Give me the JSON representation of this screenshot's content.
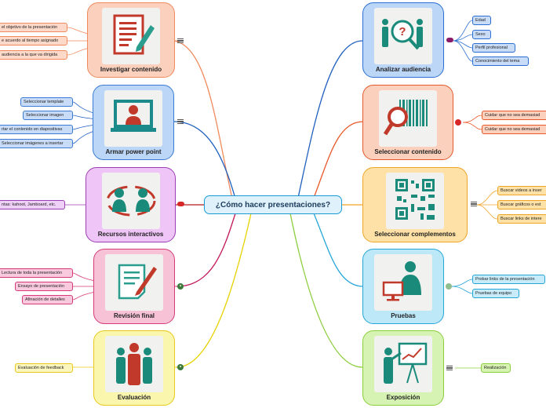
{
  "central_topic": "¿Cómo hacer presentaciones?",
  "topics": {
    "investigar": {
      "label": "Investigar contenido",
      "color": "#f08a5d",
      "icon": "document-pen-icon",
      "subtopics": [
        "el objetivo de la presentación",
        "e acuerdo al tiempo asignado",
        "audiencia a la que va dirigida"
      ]
    },
    "armar": {
      "label": "Armar power point",
      "color": "#3a7bd5",
      "icon": "presenter-laptop-icon",
      "subtopics": [
        "Seleccionar template",
        "Seleccionar imagen",
        "rtar el contenido en diapositivas",
        "Seleccionar imágenes a insertar"
      ]
    },
    "recursos": {
      "label": "Recursos interactivos",
      "color": "#9b3fb5",
      "icon": "people-exchange-icon",
      "subtopics": [
        "ntas: kahoot, Jamboard, etc."
      ]
    },
    "revision": {
      "label": "Revisión final",
      "color": "#d63a78",
      "icon": "checklist-pen-icon",
      "subtopics": [
        "Lectura de toda la presentación",
        "Ensayo de presentación",
        "Afinación de detalles"
      ]
    },
    "evaluacion": {
      "label": "Evaluación",
      "color": "#e6c91a",
      "icon": "team-people-icon",
      "subtopics": [
        "Evaluación de feedback"
      ]
    },
    "analizar": {
      "label": "Analizar audiencia",
      "color": "#2a6fd1",
      "icon": "people-question-magnifier-icon",
      "subtopics": [
        "Edad",
        "Sexo",
        "Perfil profesional",
        "Conocimiento del tema"
      ]
    },
    "seleccionar": {
      "label": "Seleccionar contenido",
      "color": "#e8582a",
      "icon": "barcode-magnifier-icon",
      "subtopics": [
        "Cuidar que no sea demasiad",
        "Cuidar que no sea demasiad"
      ]
    },
    "complementos": {
      "label": "Seleccionar complementos",
      "color": "#f0a526",
      "icon": "qr-code-icon",
      "subtopics": [
        "Buscar videos a inser",
        "Buscar gráficos o est",
        "Buscar links de intere"
      ]
    },
    "pruebas": {
      "label": "Pruebas",
      "color": "#25a6d9",
      "icon": "person-computer-icon",
      "subtopics": [
        "Probar links de la presentación",
        "Pruebas de equipo"
      ]
    },
    "exposicion": {
      "label": "Exposición",
      "color": "#8ccd3d",
      "icon": "presenter-board-icon",
      "subtopics": [
        "Realización"
      ]
    }
  }
}
